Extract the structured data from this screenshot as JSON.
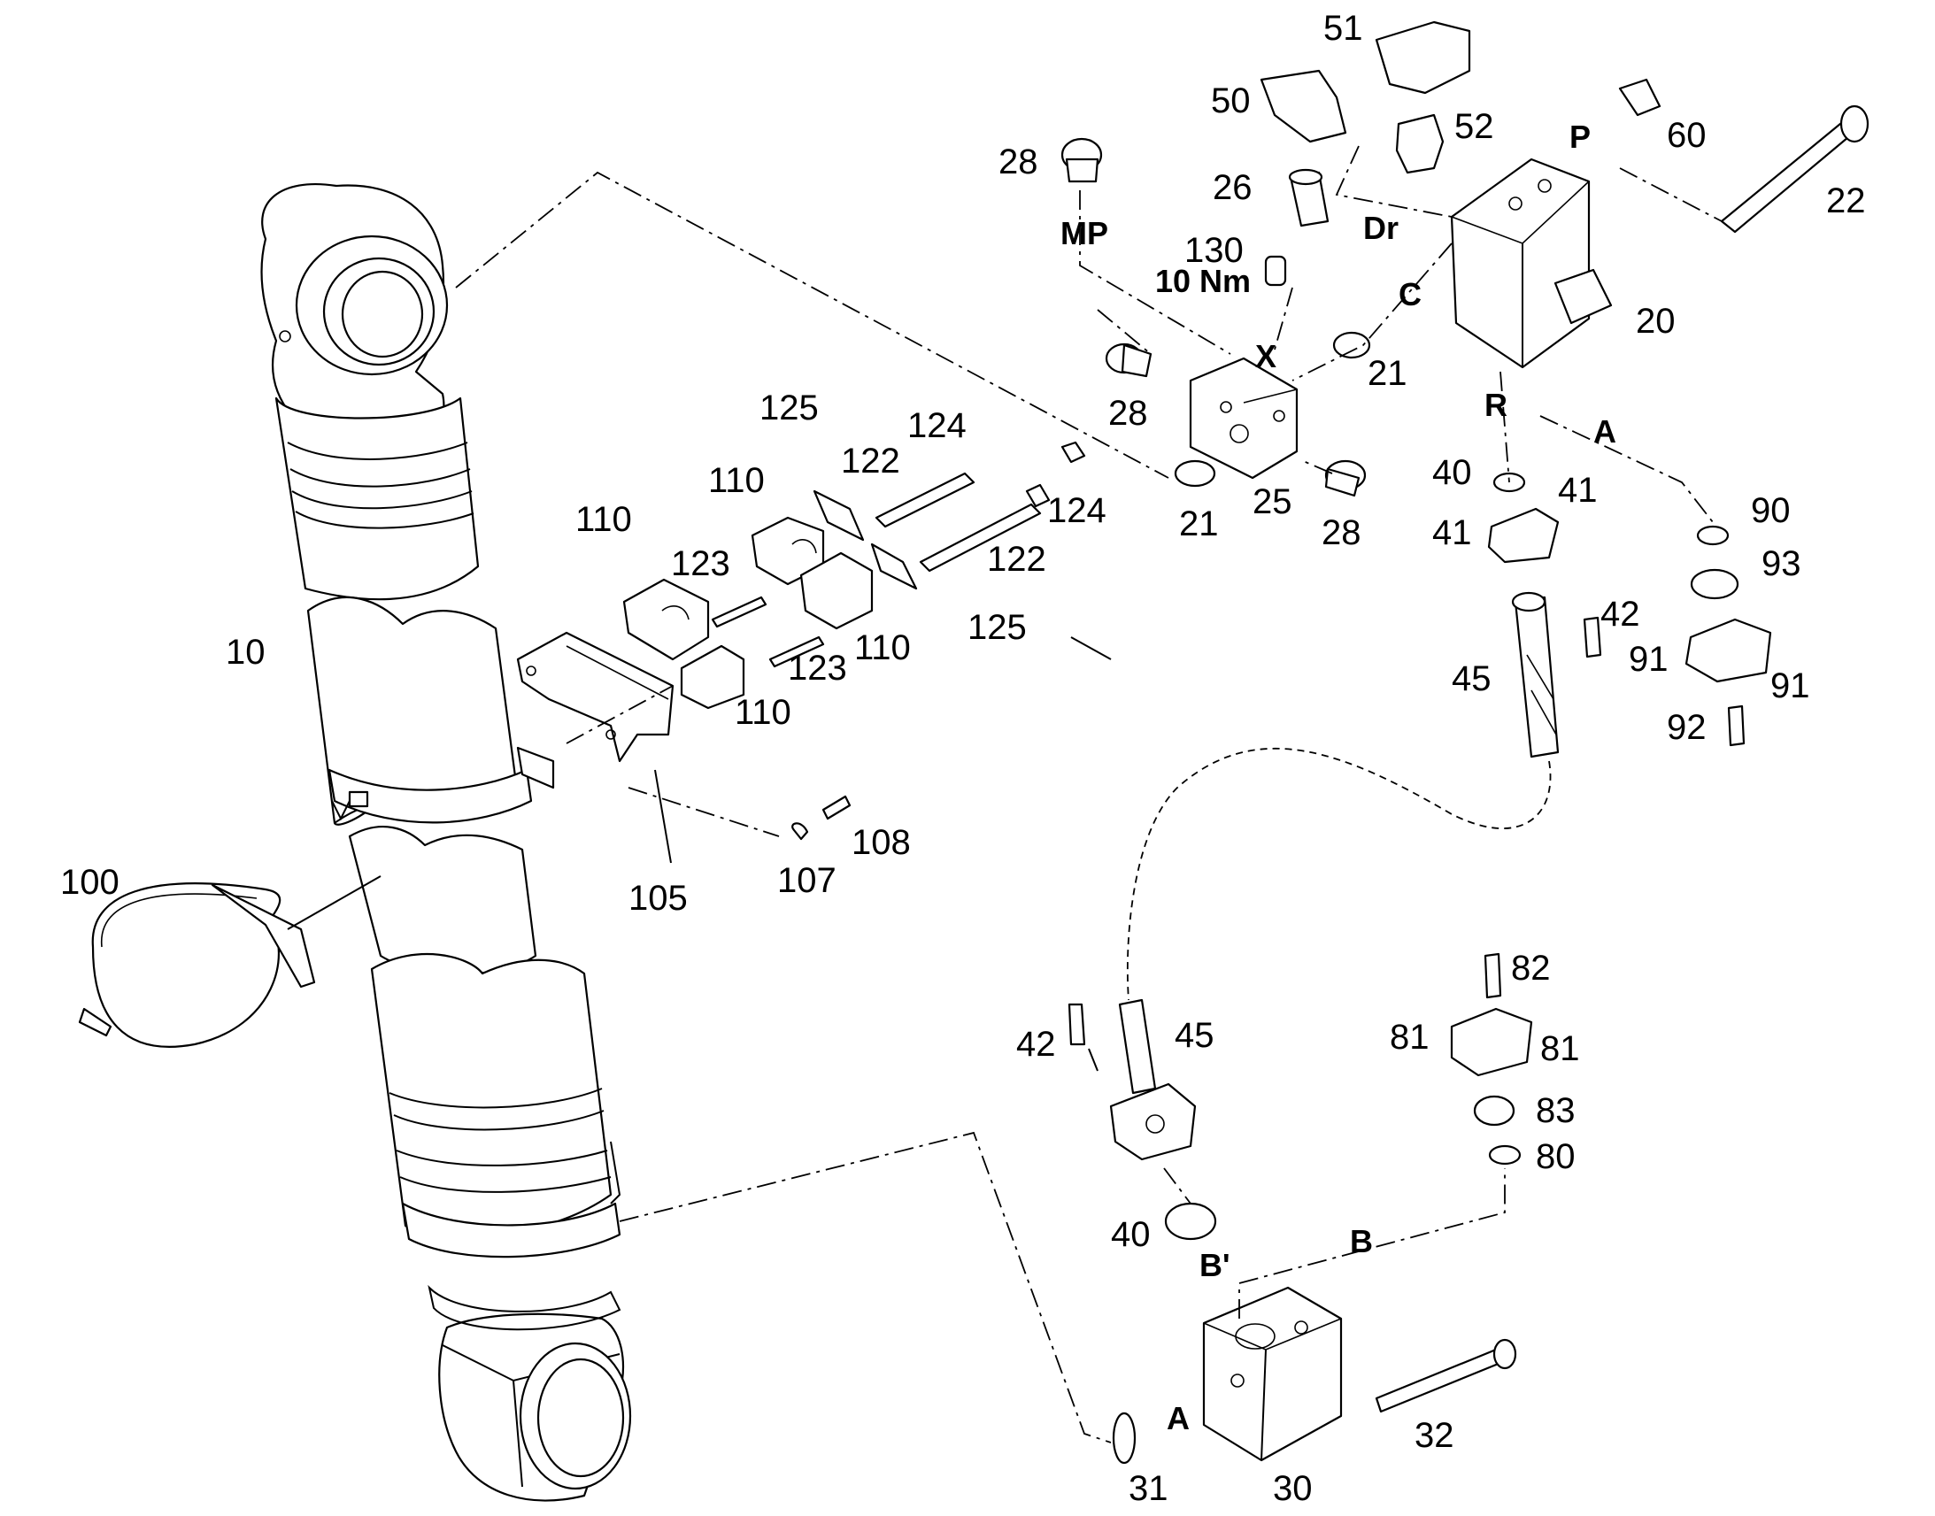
{
  "callouts": [
    {
      "id": "51",
      "text": "51"
    },
    {
      "id": "50",
      "text": "50"
    },
    {
      "id": "52",
      "text": "52"
    },
    {
      "id": "60",
      "text": "60"
    },
    {
      "id": "28a",
      "text": "28"
    },
    {
      "id": "26",
      "text": "26"
    },
    {
      "id": "22",
      "text": "22"
    },
    {
      "id": "130",
      "text": "130"
    },
    {
      "id": "20",
      "text": "20"
    },
    {
      "id": "21a",
      "text": "21"
    },
    {
      "id": "28b",
      "text": "28"
    },
    {
      "id": "125a",
      "text": "125"
    },
    {
      "id": "124a",
      "text": "124"
    },
    {
      "id": "110a",
      "text": "110"
    },
    {
      "id": "122a",
      "text": "122"
    },
    {
      "id": "40a",
      "text": "40"
    },
    {
      "id": "41a",
      "text": "41"
    },
    {
      "id": "90",
      "text": "90"
    },
    {
      "id": "124b",
      "text": "124"
    },
    {
      "id": "21b",
      "text": "21"
    },
    {
      "id": "25",
      "text": "25"
    },
    {
      "id": "28c",
      "text": "28"
    },
    {
      "id": "41b",
      "text": "41"
    },
    {
      "id": "93",
      "text": "93"
    },
    {
      "id": "110b",
      "text": "110"
    },
    {
      "id": "123a",
      "text": "123"
    },
    {
      "id": "122b",
      "text": "122"
    },
    {
      "id": "125b",
      "text": "125"
    },
    {
      "id": "42a",
      "text": "42"
    },
    {
      "id": "10",
      "text": "10"
    },
    {
      "id": "110c",
      "text": "110"
    },
    {
      "id": "123b",
      "text": "123"
    },
    {
      "id": "91a",
      "text": "91"
    },
    {
      "id": "91b",
      "text": "91"
    },
    {
      "id": "45a",
      "text": "45"
    },
    {
      "id": "110d",
      "text": "110"
    },
    {
      "id": "92",
      "text": "92"
    },
    {
      "id": "108",
      "text": "108"
    },
    {
      "id": "100",
      "text": "100"
    },
    {
      "id": "107",
      "text": "107"
    },
    {
      "id": "105",
      "text": "105"
    },
    {
      "id": "82",
      "text": "82"
    },
    {
      "id": "42b",
      "text": "42"
    },
    {
      "id": "45b",
      "text": "45"
    },
    {
      "id": "81a",
      "text": "81"
    },
    {
      "id": "81b",
      "text": "81"
    },
    {
      "id": "83",
      "text": "83"
    },
    {
      "id": "80",
      "text": "80"
    },
    {
      "id": "40b",
      "text": "40"
    },
    {
      "id": "32",
      "text": "32"
    },
    {
      "id": "31",
      "text": "31"
    },
    {
      "id": "30",
      "text": "30"
    }
  ],
  "port_labels": [
    {
      "id": "P",
      "text": "P"
    },
    {
      "id": "MP",
      "text": "MP"
    },
    {
      "id": "Dr",
      "text": "Dr"
    },
    {
      "id": "torque",
      "text": "10 Nm"
    },
    {
      "id": "X",
      "text": "X"
    },
    {
      "id": "C",
      "text": "C"
    },
    {
      "id": "R",
      "text": "R"
    },
    {
      "id": "A_top",
      "text": "A"
    },
    {
      "id": "B_prime",
      "text": "B'"
    },
    {
      "id": "B",
      "text": "B"
    },
    {
      "id": "A_bottom",
      "text": "A"
    }
  ]
}
